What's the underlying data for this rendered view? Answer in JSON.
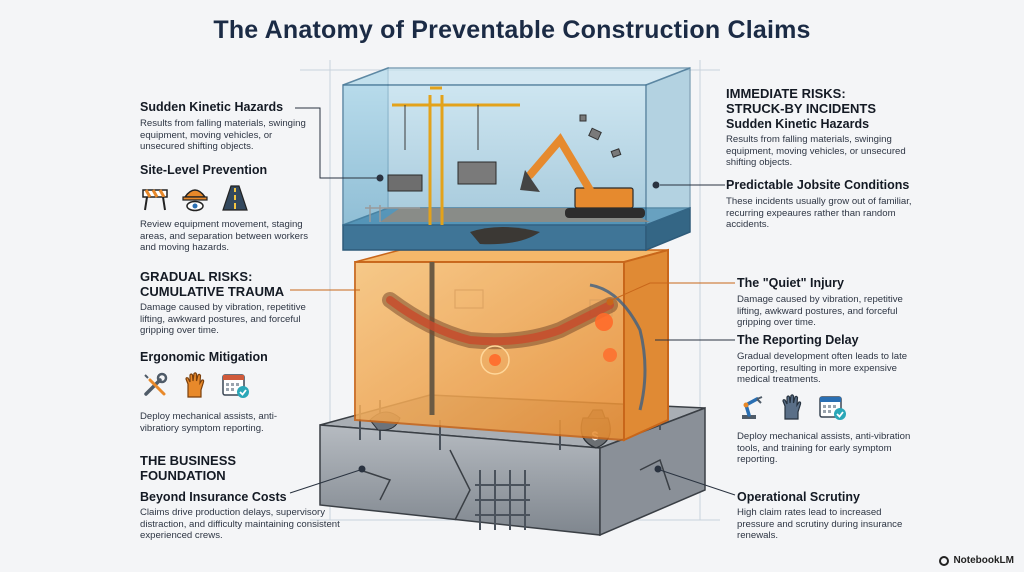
{
  "title": "The Anatomy of Preventable Construction Claims",
  "left": {
    "kinetic": {
      "heading": "Sudden Kinetic Hazards",
      "body": "Results from falling materials, swinging equipment, moving vehicles, or unsecured shifting objects."
    },
    "site_prevention": {
      "heading": "Site-Level Prevention",
      "body": "Review equipment movement, staging areas, and separation between workers and moving hazards."
    },
    "gradual": {
      "heading": "GRADUAL RISKS: CUMULATIVE TRAUMA",
      "body": "Damage caused by vibration, repetitive lifting, awkward postures, and forceful gripping over time."
    },
    "ergonomic": {
      "heading": "Ergonomic Mitigation",
      "body": "Deploy mechanical assists, anti-vibratiory symptom reporting."
    },
    "business": {
      "heading": "THE BUSINESS FOUNDATION"
    },
    "insurance": {
      "heading": "Beyond Insurance Costs",
      "body": "Claims drive production delays, supervisory distraction, and difficulty maintaining consistent experienced crews."
    }
  },
  "right": {
    "immediate": {
      "heading": "IMMEDIATE RISKS: STRUCK-BY INCIDENTS"
    },
    "kinetic": {
      "heading": "Sudden Kinetic Hazards",
      "body": "Results from falling materials, swinging equipment, moving vehicles, or unsecured shifting objects."
    },
    "jobsite": {
      "heading": "Predictable Jobsite Conditions",
      "body": "These incidents usually grow out of familiar, recurring expeaures rather than random accidents."
    },
    "quiet": {
      "heading": "The \"Quiet\" Injury",
      "body": "Damage caused by vibration, repetitive lifting, awkward postures, and forceful gripping over time."
    },
    "delay": {
      "heading": "The Reporting Delay",
      "body": "Gradual development often leads to late reporting, resulting in more expensive medical treatments."
    },
    "deploy": {
      "body": "Deploy mechanical assists, anti-vibration tools, and training for early symptom reporting."
    },
    "scrutiny": {
      "heading": "Operational Scrutiny",
      "body": "High claim rates lead to increased pressure and scrutiny during insurance renewals."
    }
  },
  "diagram": {
    "money_symbol": "$"
  },
  "brand": "NotebookLM",
  "colors": {
    "title": "#1b2b45",
    "accent": "#e8892a",
    "glass": "#6fb3d2",
    "concrete": "#9aa0a6"
  }
}
